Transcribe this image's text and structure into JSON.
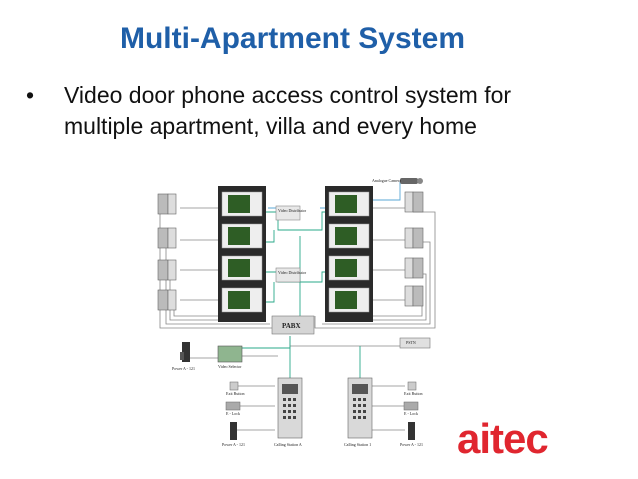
{
  "slide": {
    "title": "Multi-Apartment System",
    "bullet": "•",
    "body_text": "Video door phone access control system for multiple apartment, villa and every home"
  },
  "diagram": {
    "labels": {
      "surveillance": "Analogue Camera",
      "video_distributor_1": "Video Distributor",
      "video_distributor_2": "Video Distributor",
      "pabx": "PABX",
      "pstn": "PSTN",
      "power_left": "Power A - 121",
      "video_selector": "Video Selector",
      "exit_left": "Exit Button",
      "elock_left": "E - Lock",
      "power_bottom_left": "Power A - 121",
      "calling_station_left": "Calling Station A",
      "calling_station_right": "Calling Station 1",
      "exit_right": "Exit Button",
      "elock_right": "E - Lock",
      "power_bottom_right": "Power A - 121"
    },
    "colors": {
      "wire": "#888888",
      "data_wire": "#2aa889",
      "blue_wire": "#5aa7d6"
    }
  },
  "brand": {
    "logo_text": "aitec",
    "color": "#e0262f"
  }
}
